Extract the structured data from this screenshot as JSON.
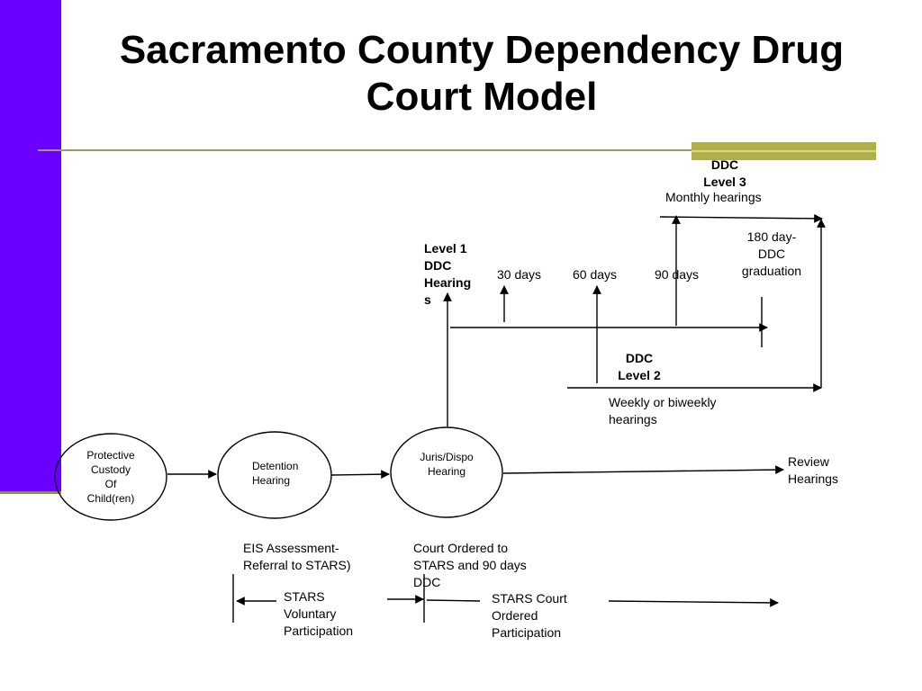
{
  "title": {
    "line1": "Sacramento County Dependency Drug",
    "line2": "Court Model"
  },
  "nodes": {
    "protective_custody": [
      "Protective",
      "Custody",
      "Of",
      "Child(ren)"
    ],
    "detention": [
      "Detention",
      "Hearing"
    ],
    "juris_dispo": [
      "Juris/Dispo",
      "Hearing"
    ],
    "review": [
      "Review",
      "Hearings"
    ]
  },
  "level1": [
    "Level 1",
    "DDC",
    "Hearing",
    "s"
  ],
  "level2": {
    "title": [
      "DDC",
      "Level 2"
    ],
    "note": [
      "Weekly or biweekly",
      "hearings"
    ]
  },
  "level3": {
    "title": [
      "DDC",
      "Level 3"
    ],
    "note": "Monthly hearings"
  },
  "milestones": {
    "d30": "30 days",
    "d60": "60 days",
    "d90": "90 days",
    "graduation": [
      "180 day-",
      "DDC",
      "graduation"
    ]
  },
  "bottom": {
    "eis": [
      "EIS Assessment-",
      "Referral to STARS)"
    ],
    "court_ordered": [
      "Court Ordered to",
      "STARS and 90 days",
      "DDC"
    ],
    "stars_voluntary": [
      "STARS",
      "Voluntary",
      "Participation"
    ],
    "stars_court": [
      "STARS Court",
      "Ordered",
      "Participation"
    ]
  },
  "colors": {
    "sidebar": "#6a00ff",
    "accent": "#b0b04a"
  }
}
